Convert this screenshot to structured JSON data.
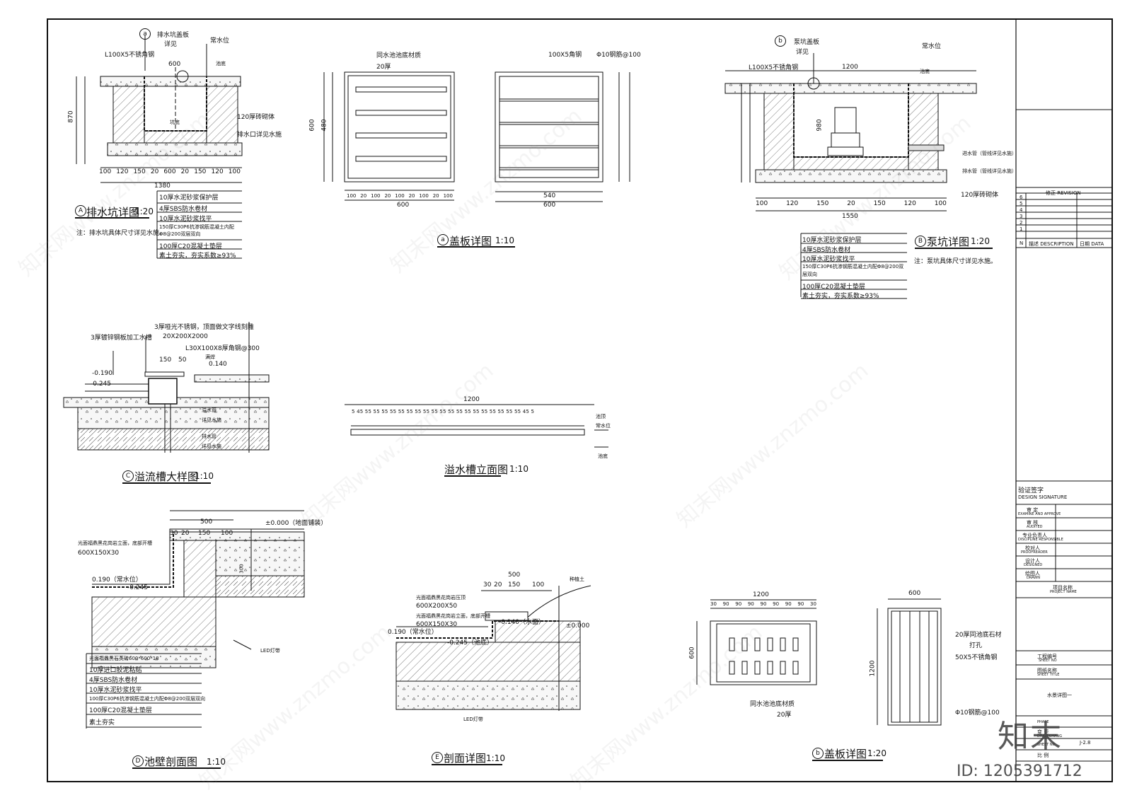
{
  "drawings": {
    "A": {
      "marker": "A",
      "title": "排水坑详图",
      "scale": "1:20",
      "section_callout": "a",
      "labels": [
        "排水坑盖板",
        "详见",
        "常水位",
        "L100X5不锈角钢",
        "600",
        "池底",
        "120厚砖砌体",
        "排水口详见水施",
        "坑底",
        "870",
        "1380"
      ],
      "dims_bottom": [
        "100",
        "120",
        "150",
        "20",
        "600",
        "20",
        "150",
        "120",
        "100"
      ],
      "layers": [
        "10厚水泥砂浆保护层",
        "4厚SBS防水卷材",
        "10厚水泥砂浆找平",
        "150厚C30P6抗渗钢筋混凝土内配Φ8@200双层双向",
        "100厚C20混凝土垫层",
        "素土夯实，夯实系数≥93%"
      ],
      "note": "注：排水坑具体尺寸详见水施。"
    },
    "a": {
      "marker": "a",
      "title": "盖板详图",
      "scale": "1:10",
      "labels": [
        "同水池池底材质",
        "20厚",
        "600",
        "480",
        "100X5角钢",
        "Φ10钢筋@100",
        "540",
        "600"
      ],
      "dims_bottom": [
        "100",
        "20",
        "100",
        "20",
        "100",
        "20",
        "100",
        "20",
        "100"
      ]
    },
    "B": {
      "marker": "B",
      "title": "泵坑详图",
      "scale": "1:20",
      "section_callout": "b",
      "labels": [
        "泵坑盖板",
        "详见",
        "常水位",
        "L100X5不锈角钢",
        "1200",
        "池底",
        "进水管（管线详见水施）",
        "排水管（管线详见水施）",
        "120厚砖砌体",
        "1550",
        "980"
      ],
      "dims_bottom": [
        "100",
        "120",
        "150",
        "20",
        "150",
        "120",
        "100"
      ],
      "layers": [
        "10厚水泥砂浆保护层",
        "4厚SBS防水卷材",
        "10厚水泥砂浆找平",
        "150厚C30P6抗渗钢筋混凝土内配Φ8@200双层双向",
        "100厚C20混凝土垫层",
        "素土夯实，夯实系数≥93%"
      ],
      "note": "注：泵坑具体尺寸详见水施。"
    },
    "C": {
      "marker": "C",
      "title": "溢流槽大样图",
      "scale": "1:10",
      "labels": [
        "3厚哑光不锈钢，顶面做文字线刻雕",
        "20X200X2000",
        "3厚镀锌钢板加工水槽",
        "L30X100X8厚角钢@300",
        "150",
        "50",
        "满焊",
        "-0.190",
        "-0.245",
        "0.140",
        "溢水管",
        "详见水施",
        "排水管",
        "详见水施"
      ]
    },
    "elev": {
      "title": "溢水槽立面图",
      "scale": "1:10",
      "length": "1200",
      "slots": "5 45 55 55 55 55 55 55 55 55 55 55 55 55 55 55 55 55 55 55 55 45 5",
      "labels": [
        "池顶",
        "常水位",
        "池底"
      ]
    },
    "D": {
      "marker": "D",
      "title": "池壁剖面图",
      "scale": "1:10",
      "labels": [
        "500",
        "30",
        "20",
        "150",
        "100",
        "±0.000（地面铺装）",
        "光面福鼎黑花岗岩立面，底部开槽",
        "600X150X30",
        "0.190（常水位）",
        "-0.245",
        "LED灯带",
        "300"
      ],
      "layers": [
        "光面福鼎黑石英砖600*600*18",
        "10厚进口胶泥粘贴",
        "4厚SBS防水卷材",
        "10厚水泥砂浆找平",
        "100厚C30P6抗渗钢筋混凝土内配Φ8@200双层双向",
        "100厚C20混凝土垫层",
        "素土夯实"
      ]
    },
    "E": {
      "marker": "E",
      "title": "剖面详图",
      "scale": "1:10",
      "labels": [
        "500",
        "30",
        "20",
        "150",
        "100",
        "种植土",
        "光面福鼎黑花岗岩压顶",
        "600X200X50",
        "光面福鼎黑花岗岩立面，底部开槽",
        "600X150X30",
        "-0.140（水面）",
        "±0.000",
        "0.190（常水位）",
        "-0.245（池底）",
        "LED灯带"
      ]
    },
    "b": {
      "marker": "b",
      "title": "盖板详图",
      "scale": "1:20",
      "labels": [
        "1200",
        "600",
        "20厚同池底石材",
        "打孔",
        "50X5不锈角钢",
        "Φ10钢筋@100",
        "同水池池底材质",
        "20厚",
        "600",
        "1200"
      ],
      "dims_top": [
        "30",
        "90",
        "90",
        "90",
        "90",
        "90",
        "90",
        "90",
        "30"
      ]
    }
  },
  "title_block": {
    "revision_header": "修正  REVISION",
    "revision_rows": [
      "6",
      "5",
      "4",
      "3",
      "2",
      "1"
    ],
    "revision_cols": [
      "N",
      "描述 DESCRIPTION",
      "日期 DATA"
    ],
    "sign_header": "验证签字",
    "sign_header_en": "DESIGN SIGNATURE",
    "roles": [
      {
        "cn": "审  定",
        "en": "EXAMINE AND APPROVE"
      },
      {
        "cn": "审  核",
        "en": "AUDITED"
      },
      {
        "cn": "专业负责人",
        "en": "DISCIPLINE RESPONSIBLE"
      },
      {
        "cn": "校对人",
        "en": "PROOFREADER"
      },
      {
        "cn": "设计人",
        "en": "DESIGNED"
      },
      {
        "cn": "绘图人",
        "en": "DRAWN"
      }
    ],
    "project_name_cn": "项目名称",
    "project_name_en": "PROJECT NAME",
    "sheet_no_cn": "工程编号",
    "sheet_no_en": "SHEET NO",
    "sheet_title_cn": "图纸名称",
    "sheet_title_en": "SHEET TITLE",
    "sheet_title": "水景详图一",
    "phase_en": "PHASE",
    "change_cn": "变  更",
    "change_en": "DRAW CHANG",
    "sheet_num_en": "SHEET NO",
    "sheet_num": "J-2.8",
    "scale_cn": "比  例"
  },
  "watermark": {
    "text": "www.znzmo.com",
    "brand_cn": "知末网",
    "logo": "知末",
    "id_text": "ID: 1205391712"
  }
}
